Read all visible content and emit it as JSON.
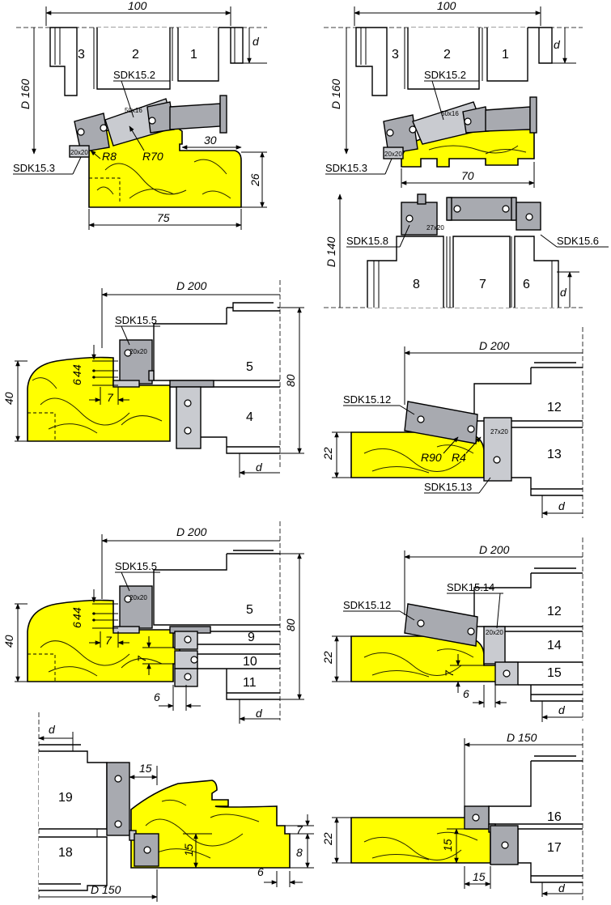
{
  "panel_a": {
    "dim_top": "100",
    "dim_d": "d",
    "dim_D": "D 160",
    "c3": "3",
    "c2": "2",
    "c1": "1",
    "sdk_a": "SDK15.2",
    "sdk_b": "SDK15.3",
    "knife_size": "50x16",
    "small_size": "20x20",
    "r8": "R8",
    "r70": "R70",
    "dim_30": "30",
    "dim_26": "26",
    "dim_75": "75"
  },
  "panel_b": {
    "dim_top": "100",
    "dim_d": "d",
    "dim_D": "D 160",
    "c3": "3",
    "c2": "2",
    "c1": "1",
    "sdk_a": "SDK15.2",
    "sdk_b": "SDK15.3",
    "knife_size": "50x16",
    "small_size": "20x20",
    "dim_70": "70"
  },
  "panel_c": {
    "dim_D": "D 140",
    "sdk_a": "SDK15.8",
    "sdk_b": "SDK15.6",
    "knife_size": "27x20",
    "c8": "8",
    "c7": "7",
    "c6": "6",
    "dim_d": "d"
  },
  "panel_d": {
    "dim_D": "D 200",
    "sdk": "SDK15.5",
    "small_size": "20x20",
    "c5": "5",
    "c4": "4",
    "dim_40": "40",
    "dim_80": "80",
    "dim_4a": "4",
    "dim_4b": "4",
    "dim_6": "6",
    "dim_7": "7",
    "dim_d": "d"
  },
  "panel_e": {
    "dim_D": "D 200",
    "sdk_a": "SDK15.12",
    "sdk_b": "SDK15.13",
    "knife_size": "27x20",
    "c12": "12",
    "c13": "13",
    "dim_22": "22",
    "r90": "R90",
    "r4": "R4",
    "dim_d": "d"
  },
  "panel_f": {
    "dim_D": "D 200",
    "sdk": "SDK15.5",
    "small_size": "20x20",
    "c5": "5",
    "c9": "9",
    "c10": "10",
    "c11": "11",
    "dim_40": "40",
    "dim_80": "80",
    "dim_4a": "4",
    "dim_4b": "4",
    "dim_6a": "6",
    "dim_7a": "7",
    "dim_7b": "7",
    "dim_6b": "6",
    "dim_d": "d"
  },
  "panel_g": {
    "dim_D": "D 200",
    "sdk_a": "SDK15.14",
    "sdk_b": "SDK15.12",
    "small_size": "20x20",
    "c12": "12",
    "c14": "14",
    "c15": "15",
    "dim_22": "22",
    "dim_7": "7",
    "dim_6": "6",
    "dim_d": "d"
  },
  "panel_h": {
    "dim_d": "d",
    "c19": "19",
    "c18": "18",
    "dim_15a": "15",
    "dim_15b": "15",
    "dim_7": "7",
    "dim_8": "8",
    "dim_6": "6",
    "dim_D": "D 150"
  },
  "panel_i": {
    "dim_D": "D 150",
    "c16": "16",
    "c17": "17",
    "dim_22": "22",
    "dim_15a": "15",
    "dim_15b": "15",
    "dim_d": "d"
  }
}
